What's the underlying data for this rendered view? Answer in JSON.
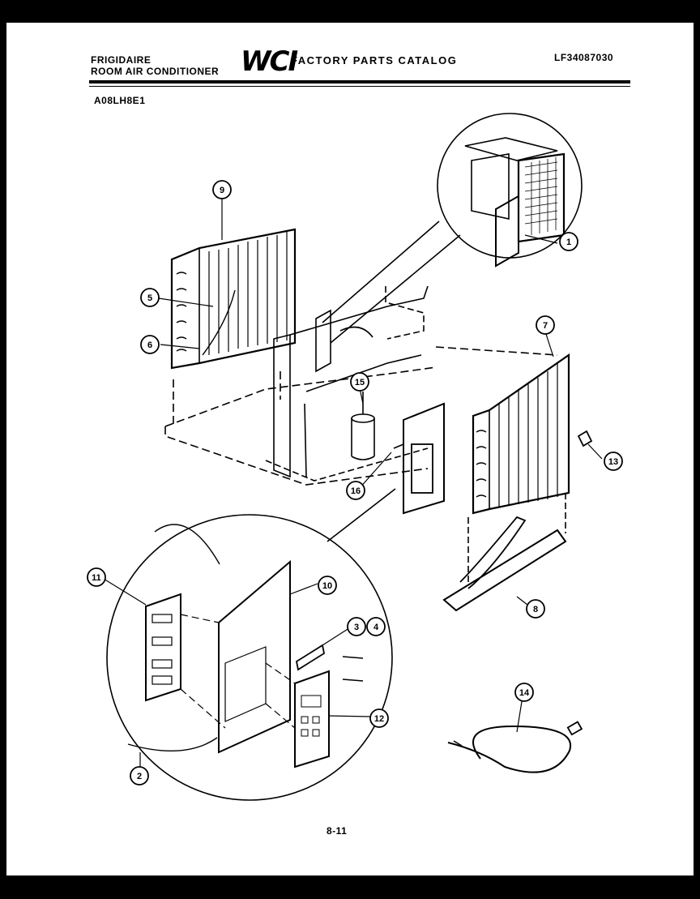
{
  "header": {
    "brand_line1": "FRIGIDAIRE",
    "brand_line2": "ROOM AIR CONDITIONER",
    "logo": "WCI",
    "catalog_title": "FACTORY PARTS CATALOG",
    "part_number": "LF34087030",
    "model": "A08LH8E1"
  },
  "callouts": [
    "1",
    "2",
    "3",
    "4",
    "5",
    "6",
    "7",
    "8",
    "9",
    "10",
    "11",
    "12",
    "13",
    "14",
    "15",
    "16"
  ],
  "footer": {
    "page_number": "8-11"
  }
}
